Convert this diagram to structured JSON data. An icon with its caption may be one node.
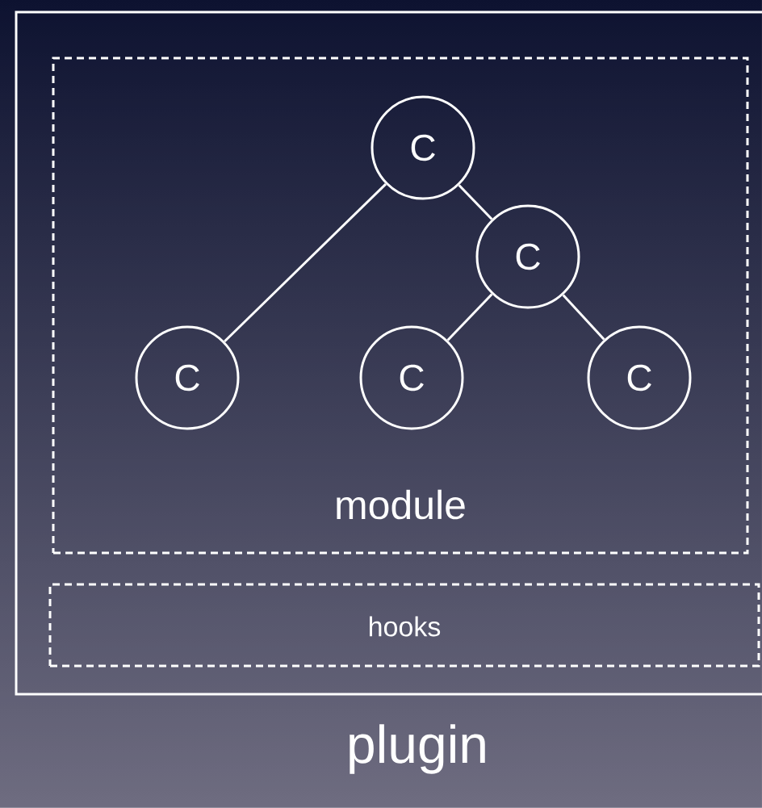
{
  "diagram": {
    "nodes": [
      {
        "text": [
          "plugin"
        ]
      },
      {
        "text": [
          "module"
        ],
        "in": 0
      },
      {
        "text": [
          "hooks"
        ],
        "in": 0
      },
      {
        "text": [
          "C"
        ],
        "in": 1
      },
      {
        "text": [
          "C"
        ],
        "in": 1
      },
      {
        "text": [
          "C"
        ],
        "in": 1
      },
      {
        "text": [
          "C"
        ],
        "in": 1
      },
      {
        "text": [
          "C"
        ],
        "in": 1
      }
    ],
    "edges": [
      {
        "from": 3,
        "to": 5,
        "arrow": "none"
      },
      {
        "from": 3,
        "to": 4,
        "arrow": "none"
      },
      {
        "from": 4,
        "to": 6,
        "arrow": "none"
      },
      {
        "from": 4,
        "to": 7,
        "arrow": "none"
      }
    ]
  }
}
